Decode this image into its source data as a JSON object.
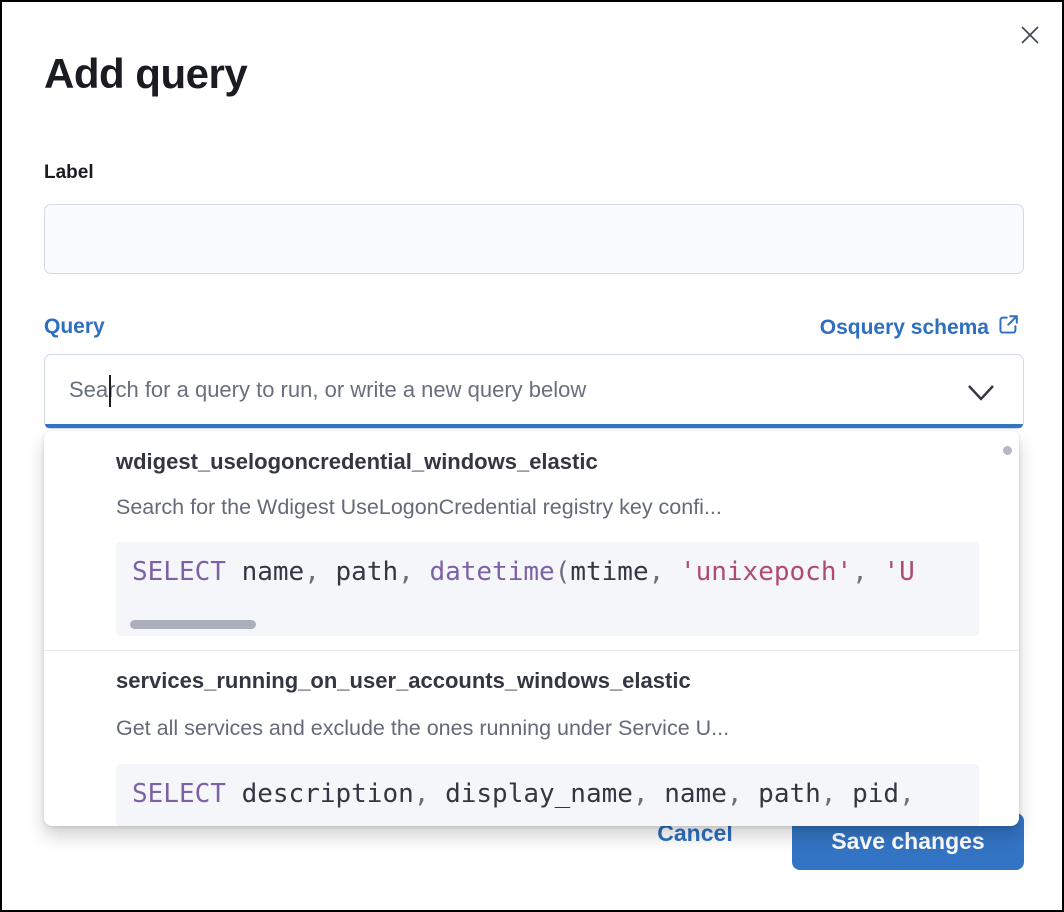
{
  "modal": {
    "title": "Add query"
  },
  "form": {
    "label_field": {
      "label": "Label",
      "value": ""
    },
    "query_field": {
      "label": "Query",
      "schema_link_label": "Osquery schema",
      "combobox_placeholder": "Search for a query to run, or write a new query below"
    }
  },
  "dropdown": {
    "options": [
      {
        "title": "wdigest_uselogoncredential_windows_elastic",
        "description": "Search for the Wdigest UseLogonCredential registry key confi...",
        "code": [
          [
            "kw",
            "SELECT"
          ],
          [
            "pl",
            " name"
          ],
          [
            "pu",
            ","
          ],
          [
            "pl",
            " path"
          ],
          [
            "pu",
            ","
          ],
          [
            "pl",
            " "
          ],
          [
            "kw",
            "datetime"
          ],
          [
            "pu",
            "("
          ],
          [
            "pl",
            "mtime"
          ],
          [
            "pu",
            ","
          ],
          [
            "pl",
            " "
          ],
          [
            "str",
            "'unixepoch'"
          ],
          [
            "pu",
            ","
          ],
          [
            "pl",
            " "
          ],
          [
            "str",
            "'U"
          ]
        ]
      },
      {
        "title": "services_running_on_user_accounts_windows_elastic",
        "description": "Get all services and exclude the ones running under Service U...",
        "code": [
          [
            "kw",
            "SELECT"
          ],
          [
            "pl",
            " description"
          ],
          [
            "pu",
            ","
          ],
          [
            "pl",
            " display_name"
          ],
          [
            "pu",
            ","
          ],
          [
            "pl",
            " name"
          ],
          [
            "pu",
            ","
          ],
          [
            "pl",
            " path"
          ],
          [
            "pu",
            ","
          ],
          [
            "pl",
            " pid"
          ],
          [
            "pu",
            ","
          ]
        ]
      }
    ]
  },
  "footer": {
    "cancel_label": "Cancel",
    "save_label": "Save changes"
  },
  "colors": {
    "accent_blue": "#2e6fc0",
    "button_blue": "#3374c4",
    "code_keyword": "#7c62a5",
    "code_string": "#b14a71",
    "code_plain": "#343741",
    "code_punct": "#69707d",
    "code_background": "#f4f6fa",
    "border_gray": "#d3dae6",
    "description_gray": "#646a77"
  }
}
